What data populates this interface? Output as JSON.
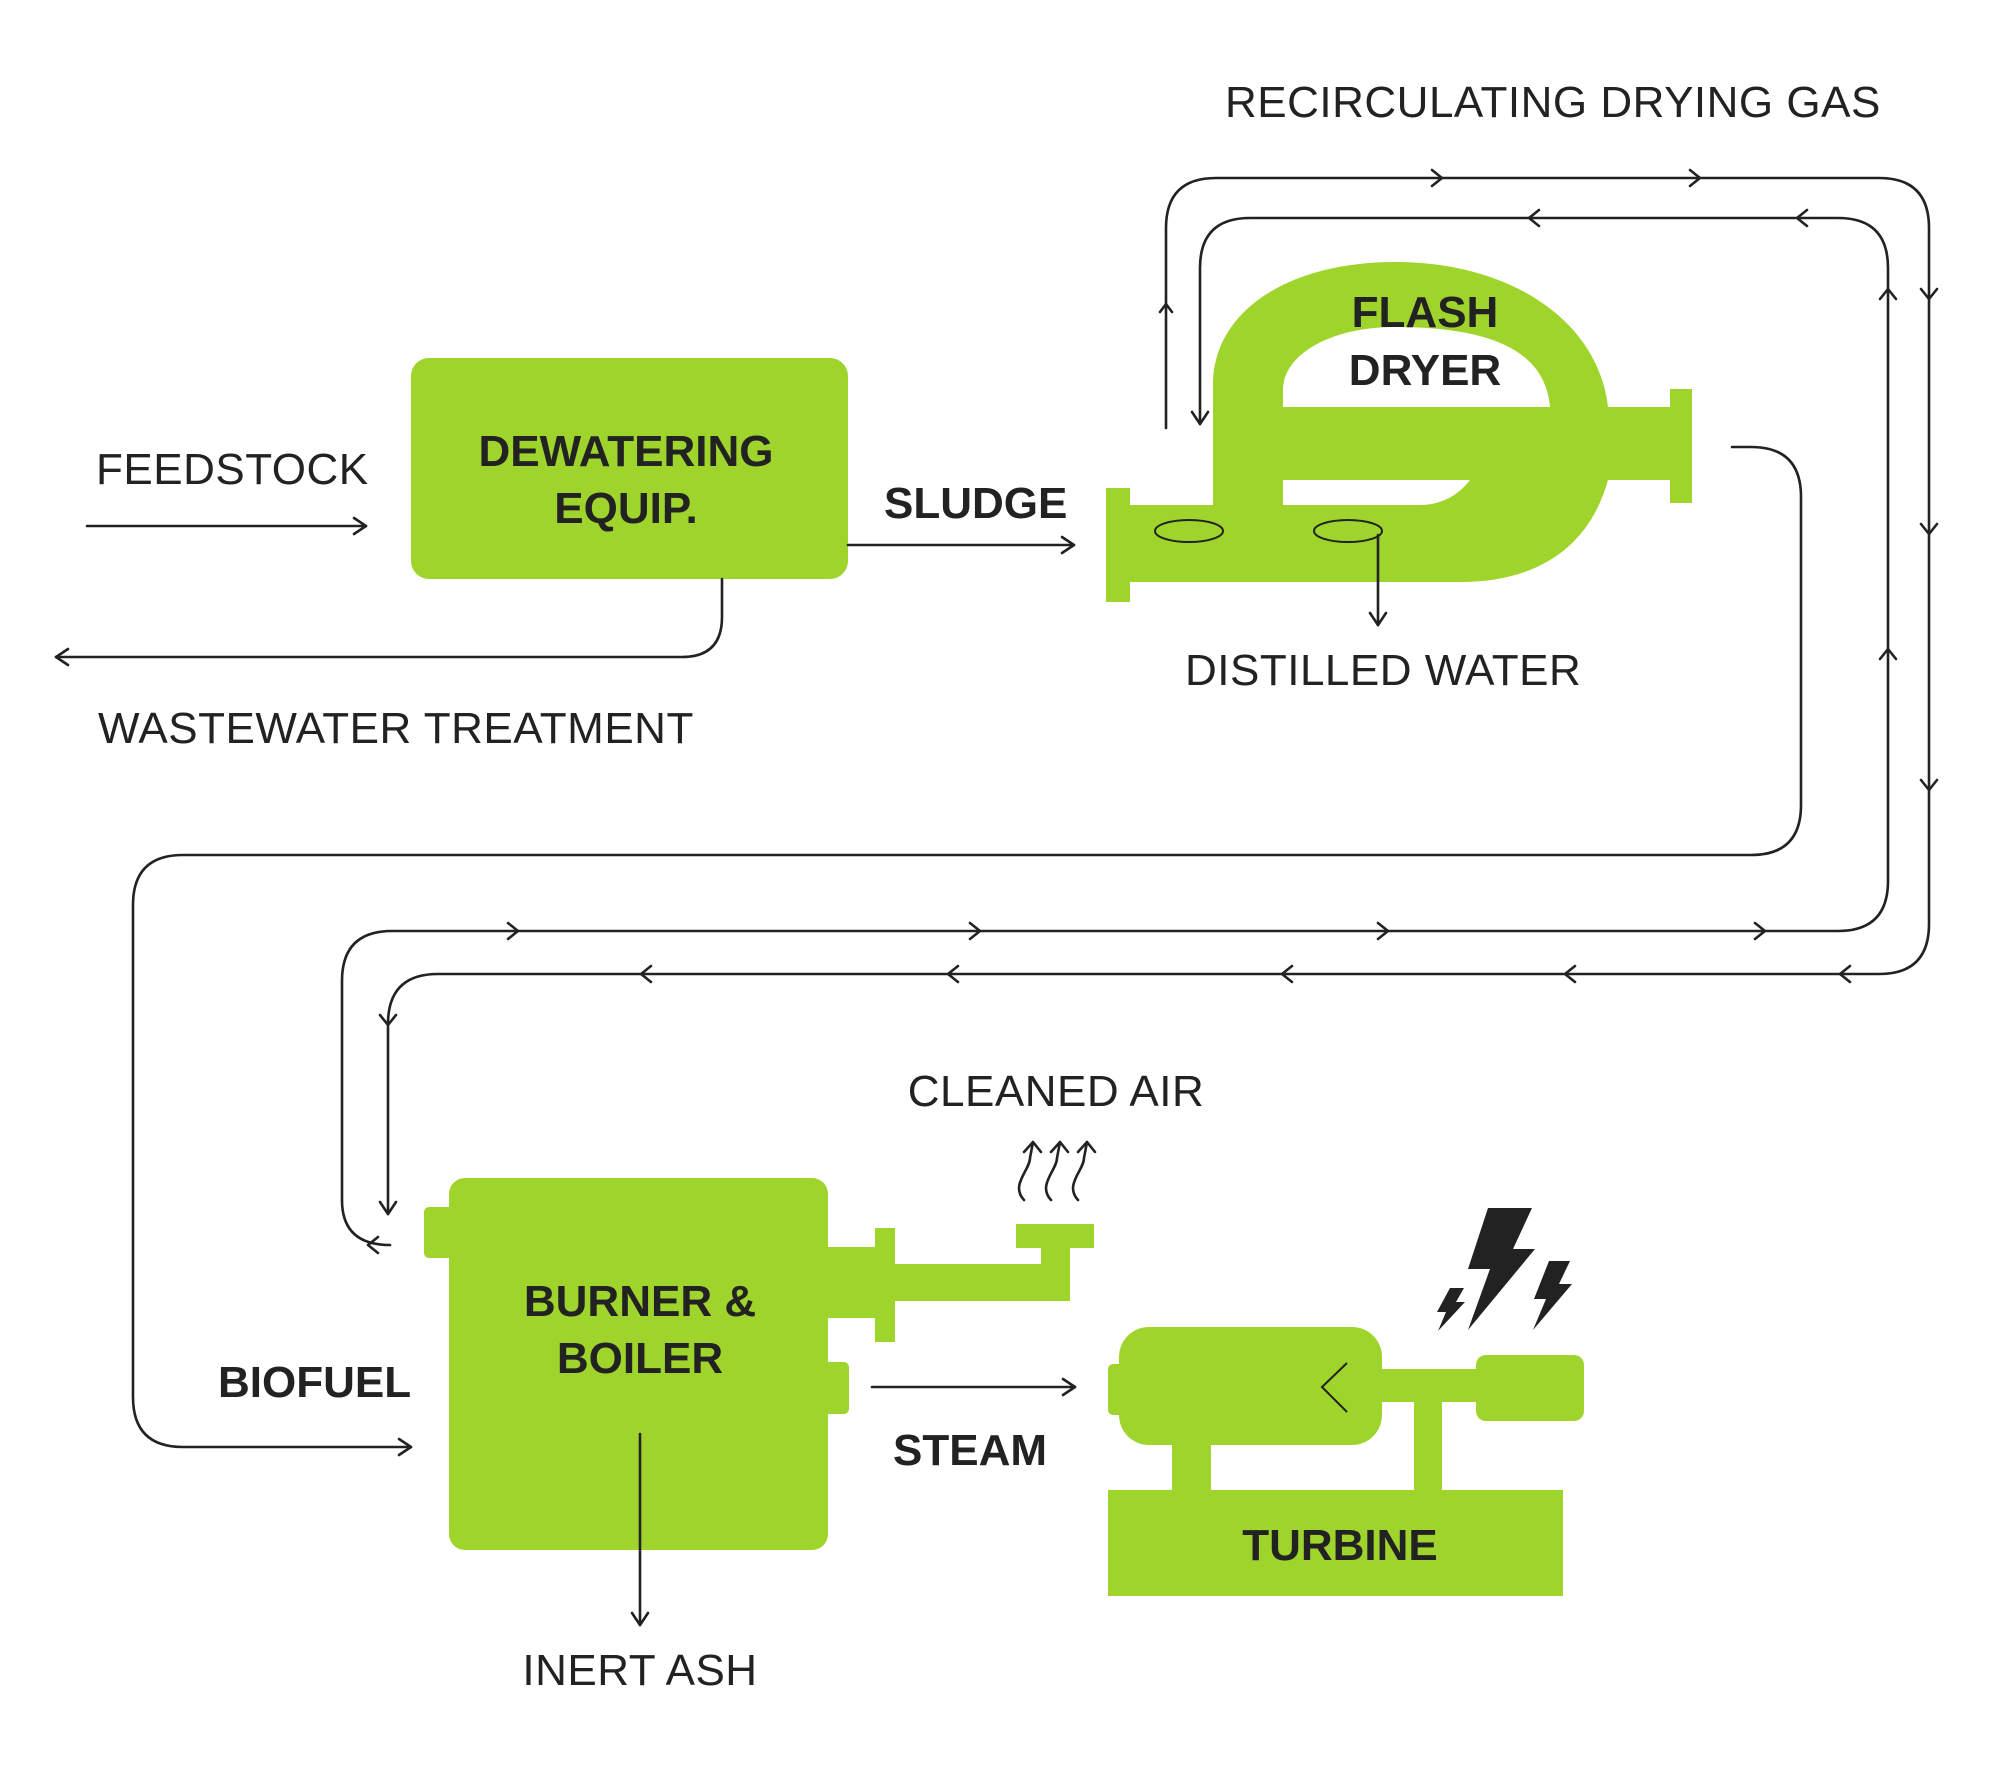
{
  "title": "Biosolids to energy process flow",
  "colors": {
    "equipment": "#9ed42b",
    "line": "#222222",
    "text": "#222222",
    "background": "#ffffff"
  },
  "equipment": {
    "dewatering": {
      "line1": "DEWATERING",
      "line2": "EQUIP."
    },
    "flash_dryer": {
      "line1": "FLASH",
      "line2": "DRYER"
    },
    "boiler": {
      "line1": "BURNER &",
      "line2": "BOILER"
    },
    "turbine": {
      "label": "TURBINE"
    }
  },
  "streams": {
    "feedstock": "FEEDSTOCK",
    "wastewater": "WASTEWATER TREATMENT",
    "sludge": "SLUDGE",
    "recirculating_gas": "RECIRCULATING DRYING GAS",
    "distilled_water": "DISTILLED WATER",
    "biofuel": "BIOFUEL",
    "cleaned_air": "CLEANED AIR",
    "steam": "STEAM",
    "inert_ash": "INERT ASH"
  },
  "icons": {
    "cleaned_air": "rising-air-arrows-icon",
    "electricity": "lightning-bolts-icon"
  }
}
